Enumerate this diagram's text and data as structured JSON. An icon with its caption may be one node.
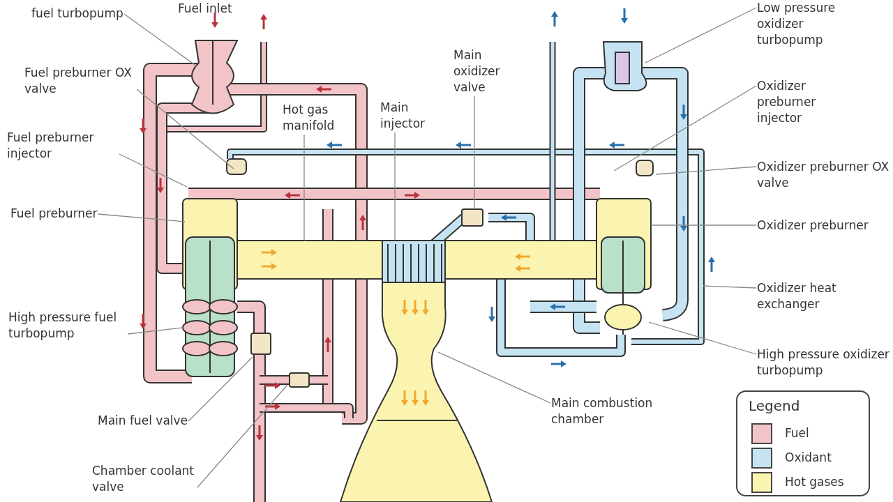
{
  "diagram": {
    "nodes": [
      {
        "text": [
          "fuel turbopump"
        ]
      },
      {
        "text": [
          "Fuel preburner OX valve"
        ]
      },
      {
        "text": [
          "Fuel preburner injector"
        ]
      },
      {
        "text": [
          "Fuel preburner"
        ]
      },
      {
        "text": [
          "High pressure fuel turbopump"
        ]
      },
      {
        "text": [
          "Main fuel valve"
        ]
      },
      {
        "text": [
          "Chamber coolant valve"
        ]
      },
      {
        "text": [
          "Hot gas manifold"
        ]
      },
      {
        "text": [
          "Main injector"
        ]
      },
      {
        "text": [
          "Main oxidizer valve"
        ]
      },
      {
        "text": [
          "Low pressure oxidizer turbopump"
        ]
      },
      {
        "text": [
          "Oxidizer preburner injector"
        ]
      },
      {
        "text": [
          "Oxidizer preburner OX valve"
        ]
      },
      {
        "text": [
          "Oxidizer preburner"
        ]
      },
      {
        "text": [
          "Oxidizer heat exchanger"
        ]
      },
      {
        "text": [
          "High pressure oxidizer turbopump"
        ]
      },
      {
        "text": [
          "Main combustion chamber"
        ]
      }
    ],
    "edges": [
      {
        "from": 0,
        "to": null,
        "arrow": "none"
      },
      {
        "from": 1,
        "to": null,
        "arrow": "none"
      },
      {
        "from": 2,
        "to": null,
        "arrow": "none"
      },
      {
        "from": 3,
        "to": null,
        "arrow": "none"
      },
      {
        "from": 4,
        "to": null,
        "arrow": "none"
      },
      {
        "from": 5,
        "to": null,
        "arrow": "none"
      },
      {
        "from": 6,
        "to": null,
        "arrow": "none"
      },
      {
        "from": 7,
        "to": null,
        "arrow": "none"
      },
      {
        "from": 8,
        "to": null,
        "arrow": "none"
      },
      {
        "from": 9,
        "to": null,
        "arrow": "none"
      },
      {
        "from": 10,
        "to": null,
        "arrow": "none"
      },
      {
        "from": 11,
        "to": null,
        "arrow": "none"
      },
      {
        "from": 12,
        "to": null,
        "arrow": "none"
      },
      {
        "from": 13,
        "to": null,
        "arrow": "none"
      },
      {
        "from": 14,
        "to": null,
        "arrow": "none"
      },
      {
        "from": 15,
        "to": null,
        "arrow": "none"
      },
      {
        "from": 16,
        "to": null,
        "arrow": "none"
      }
    ],
    "labels": [
      "Fuel inlet",
      "Legend"
    ],
    "legend": [
      {
        "text": "Fuel",
        "color": "#f2c4c8"
      },
      {
        "text": "Oxidant",
        "color": "#c5e3f2"
      },
      {
        "text": "Hot gases",
        "color": "#fbf4b0"
      }
    ]
  }
}
